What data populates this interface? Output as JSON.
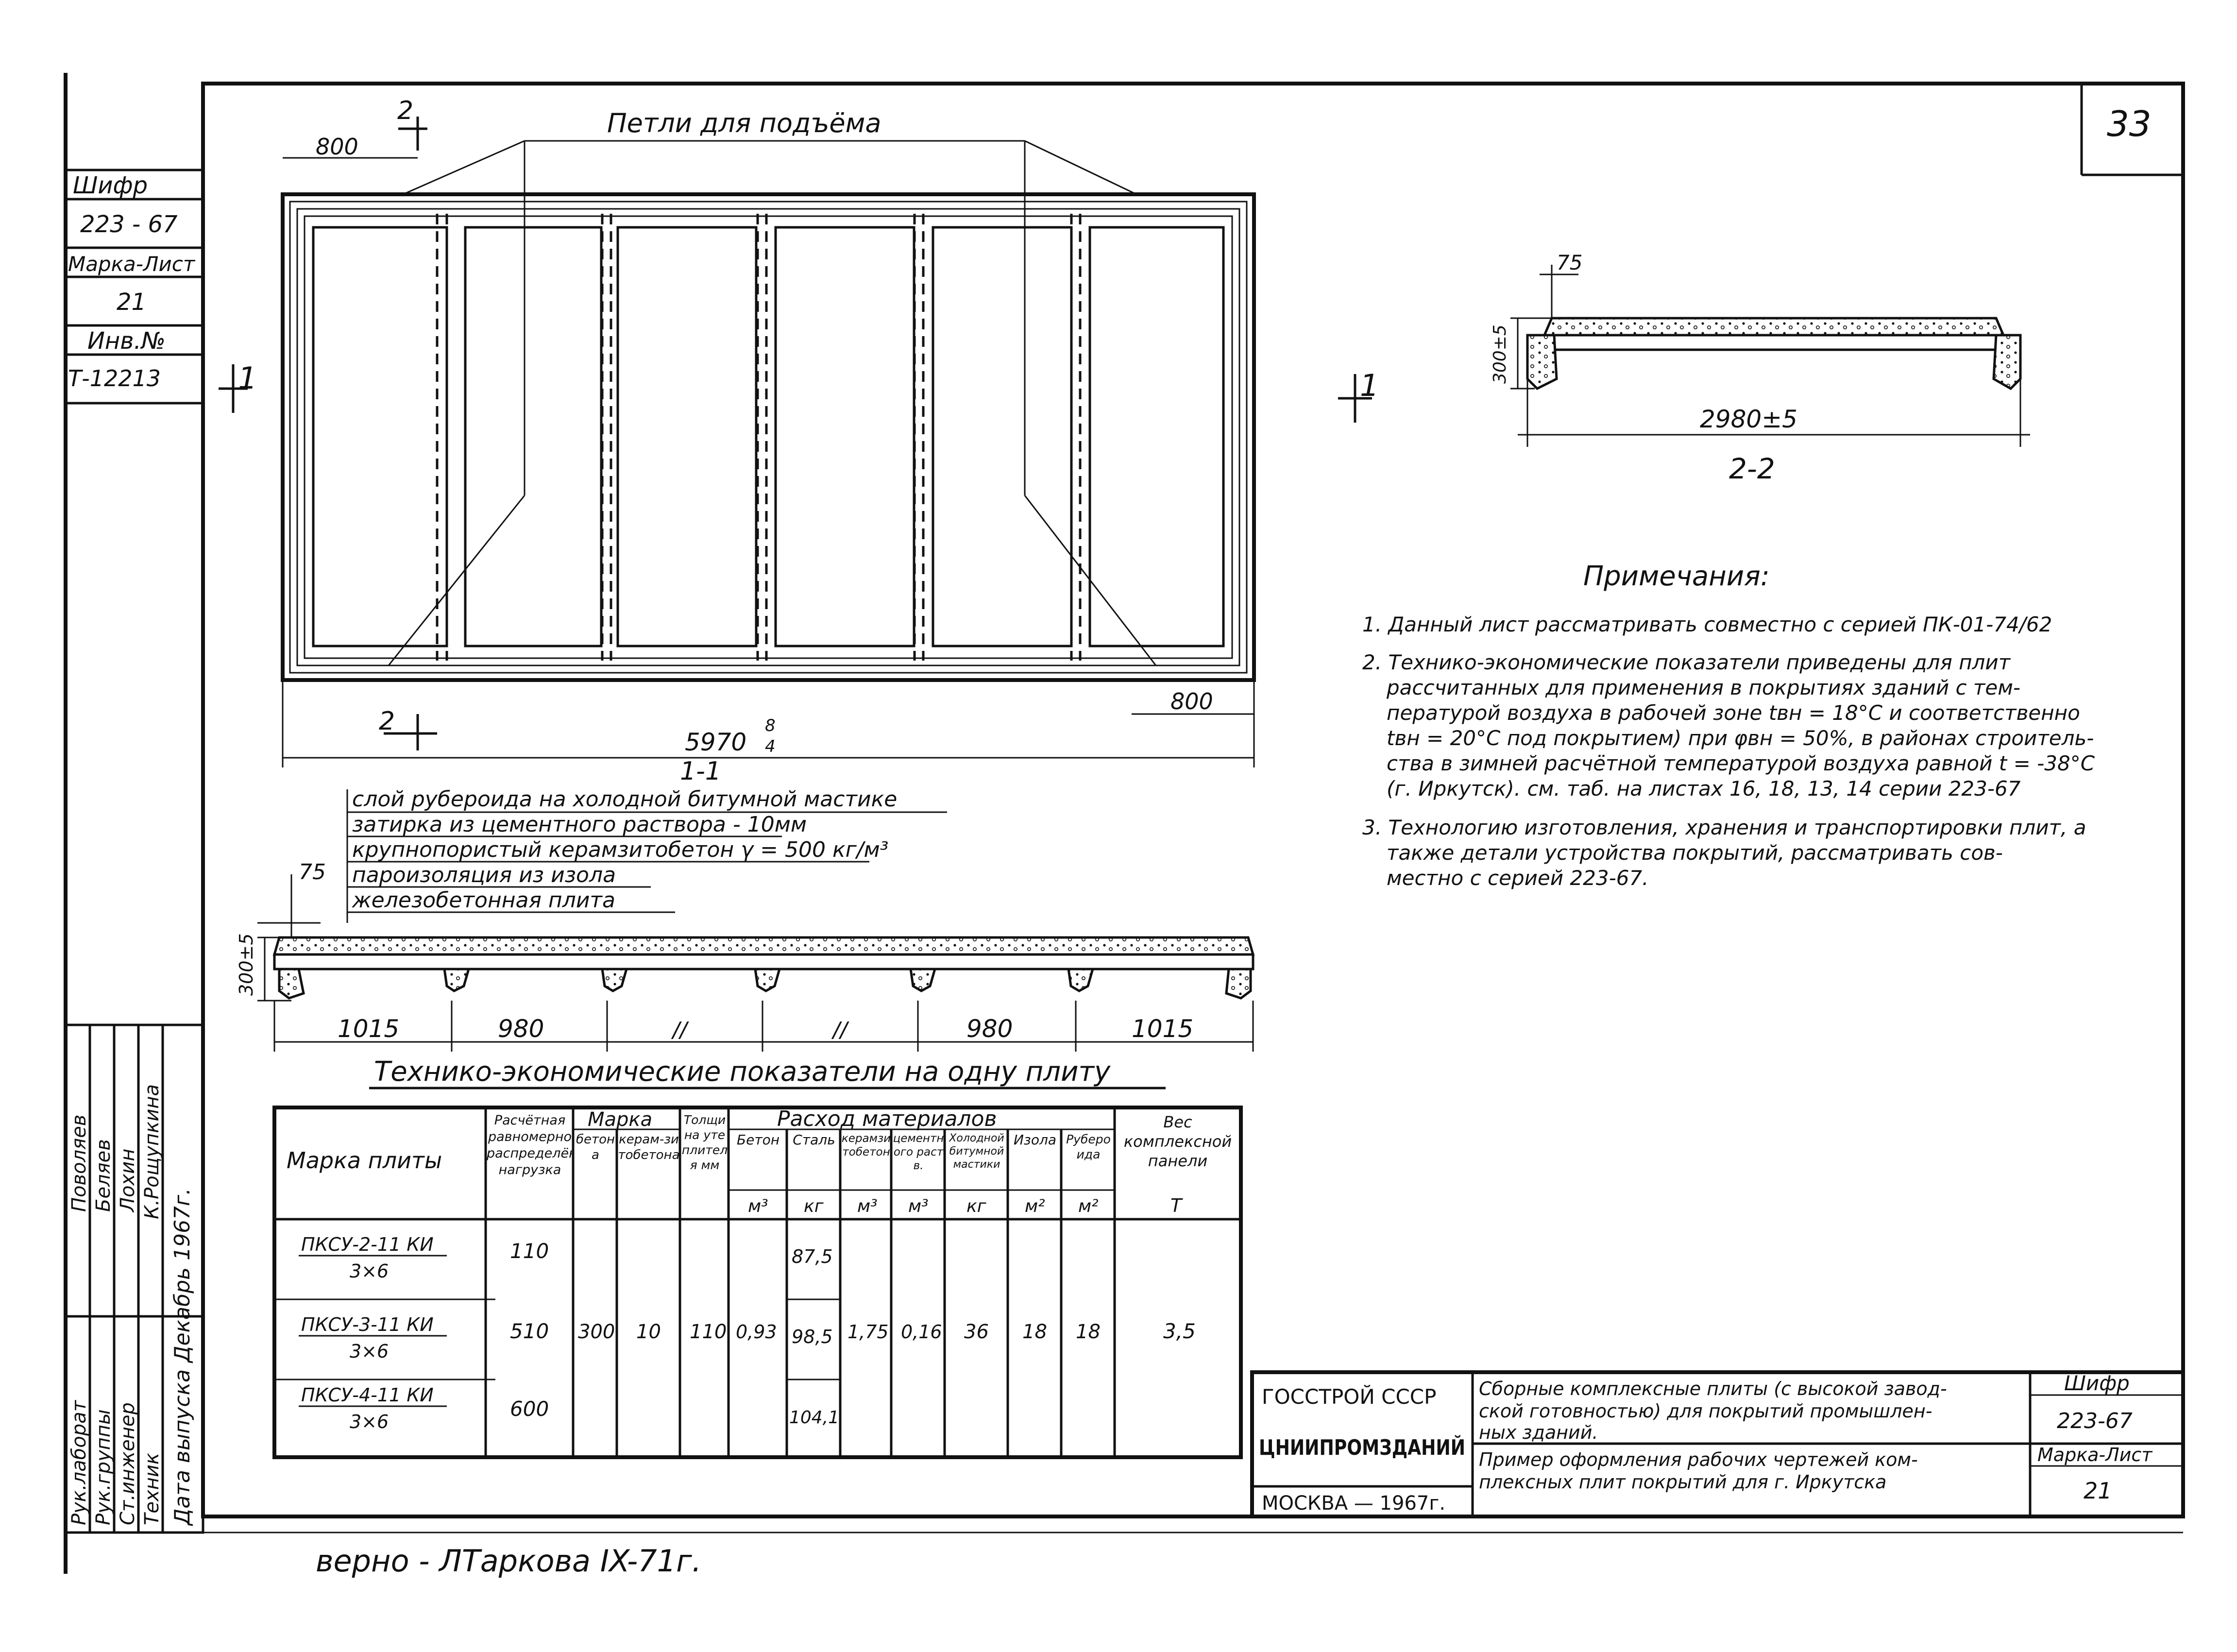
{
  "sheet": {
    "page_number": "33",
    "signature_line": "верно - ЛТаркова IX-71г."
  },
  "side_stamp": {
    "cipher_label": "Шифр",
    "cipher_value": "223 - 67",
    "mark_sheet_label": "Марка-Лист",
    "mark_sheet_value": "21",
    "inv_label": "Инв.№",
    "inv_value": "Т-12213"
  },
  "plan_view": {
    "title": "Петли для подъёма",
    "dim_top_left": "800",
    "dim_bottom_right": "800",
    "dim_length": "5970",
    "dim_length_tol_plus": "8",
    "dim_length_tol_minus": "4",
    "section_mark_2": "2",
    "section_mark_1": "1"
  },
  "section_11": {
    "title": "1-1",
    "layers": [
      "слой рубероида на холодной битумной мастике",
      "затирка из цементного раствора - 10мм",
      "крупнопористый керамзитобетон γ = 500 кг/м³",
      "пароизоляция из изола",
      "железобетонная плита"
    ],
    "dim_75": "75",
    "dim_height": "300",
    "dim_height_tol": "±5",
    "spans": [
      "1015",
      "980",
      "//",
      "//",
      "980",
      "1015"
    ]
  },
  "section_22": {
    "title": "2-2",
    "dim_75": "75",
    "dim_height": "300",
    "dim_height_tol": "±5",
    "dim_width": "2980±5",
    "cut_mark": "1"
  },
  "notes": {
    "title": "Примечания:",
    "items": [
      "1. Данный лист рассматривать совместно с серией ПК-01-74/62",
      "2. Технико-экономические показатели приведены для плит",
      "рассчитанных для применения в покрытиях зданий с тем-",
      "пературой воздуха в рабочей зоне tвн = 18°C и соответственно",
      "tвн = 20°C под покрытием) при φвн = 50%, в районах строитель-",
      "ства в зимней расчётной температурой воздуха равной t = -38°C",
      "(г. Иркутск). см. таб. на листах 16, 18, 13, 14 серии 223-67",
      "3. Технологию изготовления, хранения и транспортировки плит, а",
      "также детали устройства покрытий, рассматривать сов-",
      "местно с серией 223-67."
    ]
  },
  "table": {
    "caption": "Технико-экономические показатели на одну плиту",
    "headers": {
      "mark": "Марка плиты",
      "load": "Расчётная равномерно распределённая нагрузка",
      "marka_group": "Марка",
      "concrete_mark": "бетона",
      "keramzit_mark": "керам-зитобетона",
      "thickness": "Толщина утеплителя мм",
      "materials_group": "Расход материалов",
      "beton": "Бетон",
      "beton_unit": "м³",
      "steel": "Сталь",
      "steel_unit": "кг",
      "keramzit": "керамзитобетон",
      "keramzit_unit": "м³",
      "cement": "цементного раств.",
      "cement_unit": "м³",
      "mastic": "Холодной битумной мастики",
      "mastic_unit": "кг",
      "izol": "Изола",
      "izol_unit": "м²",
      "ruberoid": "Рубероида",
      "ruberoid_unit": "м²",
      "weight": "Вес комплексной панели",
      "weight_unit": "Т"
    },
    "rows": [
      {
        "mark": "ПКСУ-2-11 КИ",
        "size": "3×6",
        "load": "110",
        "steel": "87,5"
      },
      {
        "mark": "ПКСУ-3-11 КИ",
        "size": "3×6",
        "load": "510",
        "steel": "98,5"
      },
      {
        "mark": "ПКСУ-4-11 КИ",
        "size": "3×6",
        "load": "600",
        "steel": "104,1"
      }
    ],
    "common": {
      "concrete_mark": "300",
      "keramzit_mark": "10",
      "thickness": "110",
      "beton": "0,93",
      "keramzit": "1,75",
      "cement": "0,16",
      "mastic": "36",
      "izol": "18",
      "ruberoid": "18",
      "weight": "3,5"
    }
  },
  "left_column": {
    "roles": [
      "Рук.лаборат",
      "Рук.группы",
      "Ст.инженер",
      "Техник"
    ],
    "names": [
      "Поволяев",
      "Беляев",
      "Лохин",
      "К.Рощупкина"
    ],
    "date": "Дата выпуска Декабрь 1967г."
  },
  "title_block": {
    "org1": "ГОССТРОЙ СССР",
    "org2": "ЦНИИПРОМЗДАНИЙ",
    "city": "МОСКВА — 1967г.",
    "description_1": "Сборные комплексные плиты (с высокой завод-",
    "description_2": "ской готовностью) для покрытий промышлен-",
    "description_3": "ных зданий.",
    "example_1": "Пример оформления рабочих чертежей ком-",
    "example_2": "плексных плит покрытий для г. Иркутска",
    "cipher_label": "Шифр",
    "cipher_value": "223-67",
    "mark_sheet_label": "Марка-Лист",
    "mark_sheet_value": "21"
  }
}
